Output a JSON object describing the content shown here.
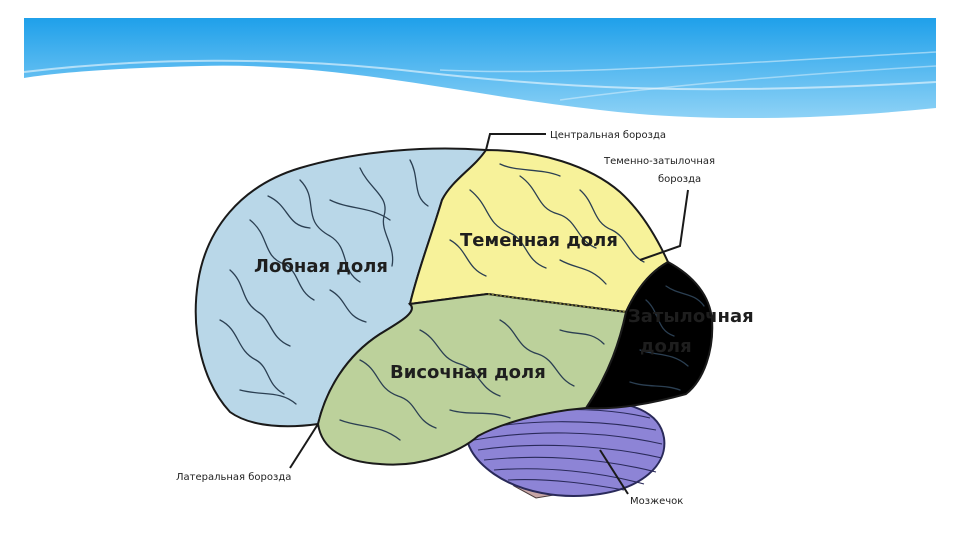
{
  "slide": {
    "header_colors": {
      "top": "#1fa0ea",
      "bottom": "#8ed2f6"
    }
  },
  "diagram": {
    "lobes": {
      "frontal": {
        "label": "Лобная доля",
        "color": "#b9d7e8"
      },
      "parietal": {
        "label": "Теменная доля",
        "color": "#f7f29a"
      },
      "temporal": {
        "label": "Височная доля",
        "color": "#bcd19b"
      },
      "occipital_line1": {
        "label": "Затылочная",
        "color": "#f2a9bb"
      },
      "occipital_line2": {
        "label": "доля"
      },
      "cerebellum": {
        "color": "#8d84d6"
      },
      "brainstem": {
        "color": "#c7a6a6"
      }
    },
    "callouts": {
      "central_sulcus": "Центральная борозда",
      "parieto_occipital_line1": "Теменно-затылочная",
      "parieto_occipital_line2": "борозда",
      "lateral_sulcus": "Латеральная борозда",
      "cerebellum": "Мозжечок"
    }
  }
}
